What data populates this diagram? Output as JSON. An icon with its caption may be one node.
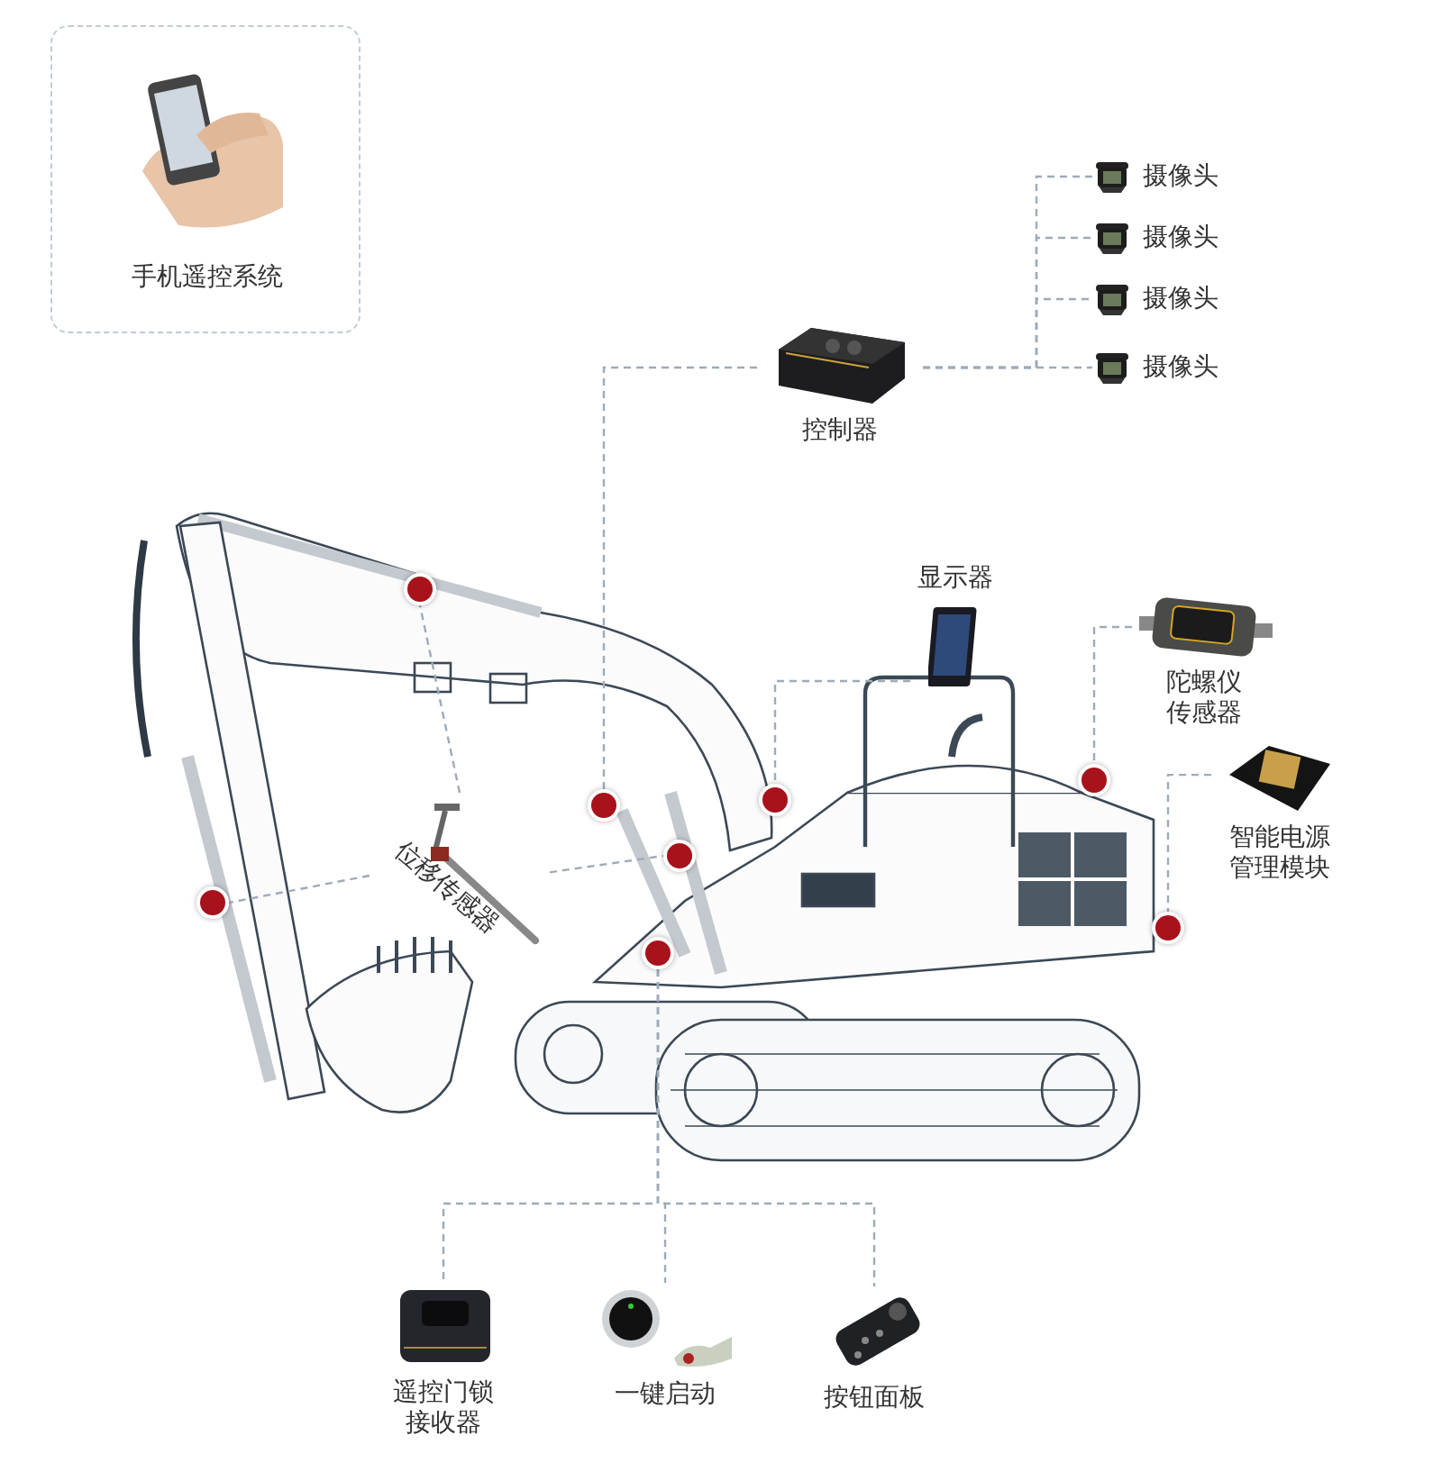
{
  "diagram": {
    "nodes": [
      {
        "text": [
          "手机遥控系统"
        ]
      },
      {
        "text": [
          "控制器"
        ]
      },
      {
        "text": [
          "摄像头"
        ]
      },
      {
        "text": [
          "摄像头"
        ]
      },
      {
        "text": [
          "摄像头"
        ]
      },
      {
        "text": [
          "摄像头"
        ]
      },
      {
        "text": [
          "显示器"
        ]
      },
      {
        "text": [
          "陀螺仪传感器"
        ]
      },
      {
        "text": [
          "智能电源管理模块"
        ]
      },
      {
        "text": [
          "位移传感器"
        ]
      },
      {
        "text": [
          "遥控门锁接收器"
        ]
      },
      {
        "text": [
          "一键启动"
        ]
      },
      {
        "text": [
          "按钮面板"
        ]
      },
      {
        "text": [],
        "shape": "circle"
      },
      {
        "text": [],
        "shape": "circle"
      },
      {
        "text": [],
        "shape": "circle"
      },
      {
        "text": [],
        "shape": "circle"
      },
      {
        "text": [],
        "shape": "circle"
      },
      {
        "text": [],
        "shape": "circle"
      },
      {
        "text": [],
        "shape": "circle"
      },
      {
        "text": [],
        "shape": "circle"
      }
    ],
    "edges": [
      {
        "from": 1,
        "to": 2,
        "arrow": "none"
      },
      {
        "from": 1,
        "to": 3,
        "arrow": "none"
      },
      {
        "from": 1,
        "to": 4,
        "arrow": "none"
      },
      {
        "from": 1,
        "to": 5,
        "arrow": "none"
      },
      {
        "from": 1,
        "to": 15,
        "arrow": "none"
      },
      {
        "from": 6,
        "to": 18,
        "arrow": "none"
      },
      {
        "from": 7,
        "to": 19,
        "arrow": "none"
      },
      {
        "from": 8,
        "to": 20,
        "arrow": "none"
      },
      {
        "from": 9,
        "to": 13,
        "arrow": "none"
      },
      {
        "from": 9,
        "to": 14,
        "arrow": "none"
      },
      {
        "from": 9,
        "to": 17,
        "arrow": "none"
      },
      {
        "from": 16,
        "to": 10,
        "arrow": "none"
      },
      {
        "from": 16,
        "to": 11,
        "arrow": "none"
      },
      {
        "from": 16,
        "to": 12,
        "arrow": "none"
      }
    ]
  }
}
